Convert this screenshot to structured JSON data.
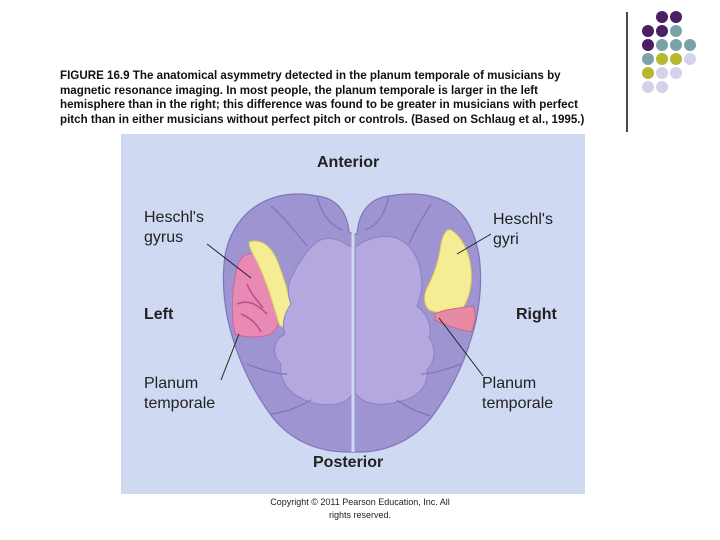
{
  "decoration": {
    "dot_colors": {
      "purple": "#4a1f66",
      "teal": "#7aa3a8",
      "olive": "#b6b82e",
      "lavender": "#d4d2ea"
    }
  },
  "caption": {
    "lines": [
      "FIGURE 16.9 The anatomical asymmetry detected in the planum temporale of musicians by",
      "magnetic resonance imaging. In most people, the planum temporale is larger in the left",
      "hemisphere than in the right; this difference was found to be greater in musicians with perfect",
      "pitch than in either musicians without perfect pitch or controls. (Based on Schlaug et al., 1995.)"
    ]
  },
  "figure": {
    "anterior": "Anterior",
    "posterior": "Posterior",
    "left": "Left",
    "right": "Right",
    "left_heschl": [
      "Heschl's",
      "gyrus"
    ],
    "right_heschl": [
      "Heschl's",
      "gyri"
    ],
    "left_planum": [
      "Planum",
      "temporale"
    ],
    "right_planum": [
      "Planum",
      "temporale"
    ],
    "colors": {
      "background": "#cfd9f1",
      "outer_cortex": "#9e94d2",
      "inner_brain": "#b5a8de",
      "heschl": "#f6ec93",
      "planum_left": "#e88ab4",
      "planum_right": "#e78aa3"
    }
  },
  "copyright": {
    "lines": [
      "Copyright © 2011 Pearson Education, Inc. All",
      "rights reserved."
    ]
  }
}
